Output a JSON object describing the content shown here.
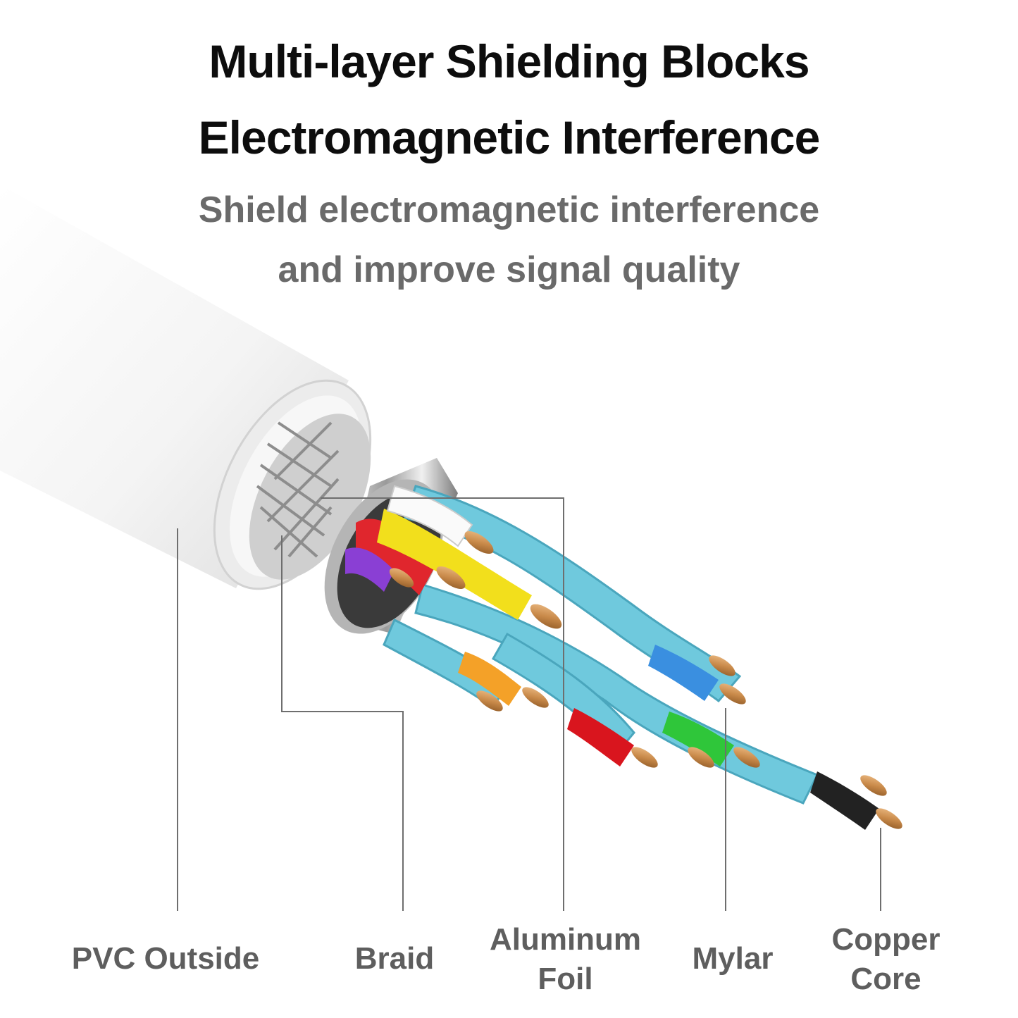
{
  "title": {
    "line1": "Multi-layer Shielding Blocks",
    "line2": "Electromagnetic Interference"
  },
  "subtitle": {
    "line1": "Shield electromagnetic interference",
    "line2": "and improve signal quality"
  },
  "labels": {
    "pvc": [
      "PVC Outside"
    ],
    "braid": [
      "Braid"
    ],
    "foil": [
      "Aluminum",
      "Foil"
    ],
    "mylar": [
      "Mylar"
    ],
    "core": [
      "Copper",
      "Core"
    ]
  },
  "colors": {
    "title": "#0d0d0d",
    "subtitle": "#6a6a6a",
    "label": "#5e5e5e",
    "jacket": "#f2f2f2",
    "mylar_blue": "#6fc9dd",
    "copper": "#c98a4a"
  }
}
